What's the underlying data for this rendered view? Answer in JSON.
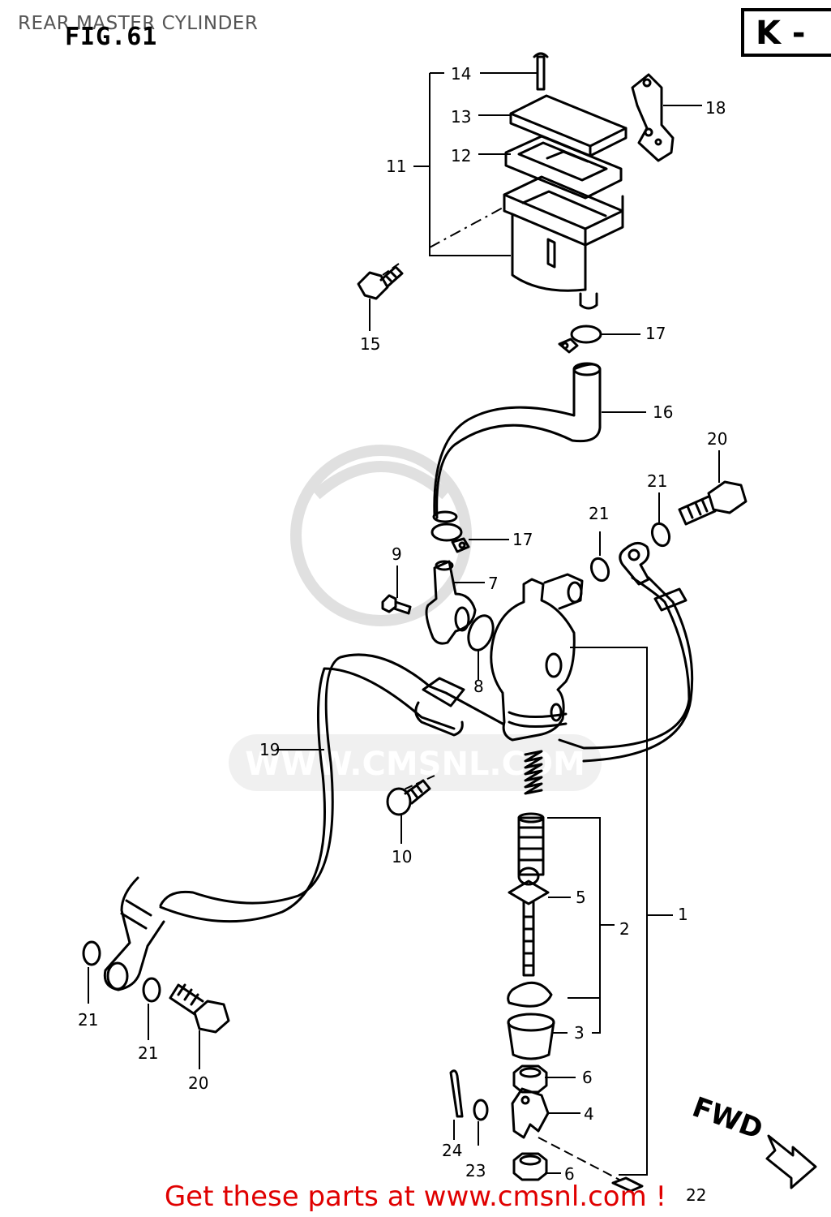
{
  "header": {
    "title": "REAR MASTER CYLINDER",
    "figure": "FIG.61",
    "section": "K -"
  },
  "watermark": "WWW.CMSNL.COM",
  "direction_label": "FWD",
  "footer": {
    "cta": "Get these parts at www.cmsnl.com !"
  },
  "callouts": {
    "c1": "1",
    "c2": "2",
    "c3": "3",
    "c4": "4",
    "c5": "5",
    "c6a": "6",
    "c6b": "6",
    "c7": "7",
    "c8": "8",
    "c9": "9",
    "c10": "10",
    "c11": "11",
    "c12": "12",
    "c13": "13",
    "c14": "14",
    "c15": "15",
    "c16": "16",
    "c17a": "17",
    "c17b": "17",
    "c18": "18",
    "c19": "19",
    "c20a": "20",
    "c20b": "20",
    "c21a": "21",
    "c21b": "21",
    "c21c": "21",
    "c21d": "21",
    "c22": "22",
    "c23": "23",
    "c24": "24"
  }
}
